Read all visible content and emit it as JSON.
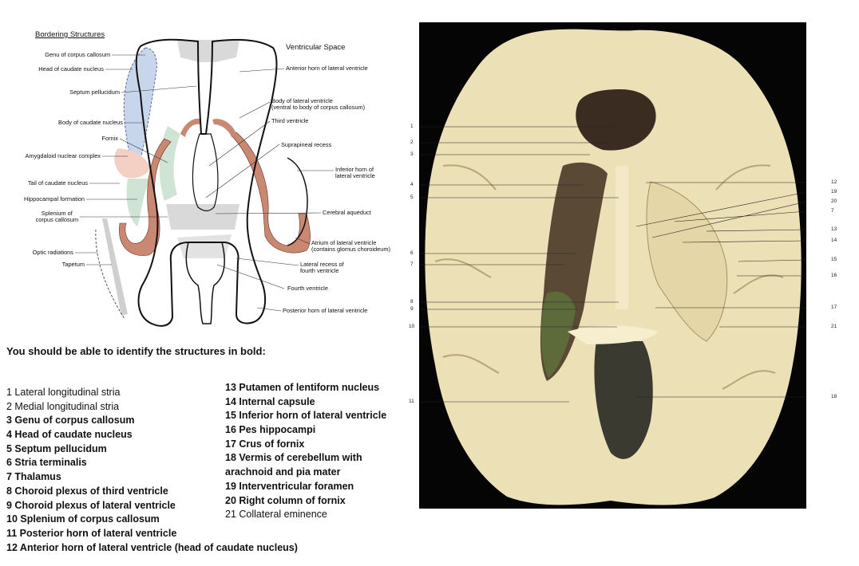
{
  "diagram": {
    "left_heading": "Bordering Structures",
    "right_heading": "Ventricular Space",
    "left_labels": [
      "Genu of corpus callosum",
      "Head of caudate nucleus",
      "Septum pellucidum",
      "Body of caudate nucleus",
      "Fornix",
      "Amygdaloid nuclear complex",
      "Tail of caudate nucleus",
      "Hippocampal formation",
      "Splenium of\ncorpus callosum",
      "Optic radiations",
      "Tapetum"
    ],
    "right_labels": [
      "Anterior horn of lateral ventricle",
      "Body of lateral ventricle\n(ventral to body of corpus callosum)",
      "Third ventricle",
      "Suprapineal recess",
      "Inferior horn of\nlateral ventricle",
      "Cerebral aqueduct",
      "Atrium of lateral ventricle\n(contains glomus choroideum)",
      "Lateral recess of\nfourth ventricle",
      "Fourth ventricle",
      "Posterior horn of lateral ventricle"
    ],
    "colors": {
      "caudate": "#c8d6ec",
      "amygdala": "#f4cfc4",
      "hippocampus": "#cfe4d4",
      "choroid": "#c98872",
      "grey": "#d9d9d9"
    }
  },
  "photo": {
    "left_numbers": [
      "1",
      "2",
      "3",
      "4",
      "5",
      "6",
      "7",
      "8",
      "9",
      "10",
      "11"
    ],
    "right_numbers": [
      "12",
      "19",
      "20",
      "7",
      "13",
      "14",
      "15",
      "16",
      "17",
      "21",
      "18"
    ]
  },
  "instruction": "You should be able to identify the structures in bold:",
  "legend_col1": [
    {
      "text": "1 Lateral longitudinal stria",
      "bold": false
    },
    {
      "text": "2 Medial longitudinal stria",
      "bold": false
    },
    {
      "text": "3 Genu of corpus callosum",
      "bold": true
    },
    {
      "text": "4 Head of caudate nucleus",
      "bold": true
    },
    {
      "text": "5 Septum pellucidum",
      "bold": true
    },
    {
      "text": "6 Stria terminalis",
      "bold": true
    },
    {
      "text": "7 Thalamus",
      "bold": true
    },
    {
      "text": "8 Choroid plexus of third ventricle",
      "bold": true
    },
    {
      "text": "9 Choroid plexus of lateral ventricle",
      "bold": true
    },
    {
      "text": "10 Splenium of corpus callosum",
      "bold": true
    },
    {
      "text": "11 Posterior horn of lateral ventricle",
      "bold": true
    },
    {
      "text": "12 Anterior horn of lateral ventricle (head of caudate nucleus)",
      "bold": true
    }
  ],
  "legend_col2": [
    {
      "text": "13 Putamen of lentiform nucleus",
      "bold": true
    },
    {
      "text": "14 Internal capsule",
      "bold": true
    },
    {
      "text": "15 Inferior horn of lateral ventricle",
      "bold": true
    },
    {
      "text": "16 Pes hippocampi",
      "bold": true
    },
    {
      "text": "17 Crus of fornix",
      "bold": true
    },
    {
      "text": "18 Vermis of cerebellum with",
      "bold": true
    },
    {
      "text": "arachnoid and pia mater",
      "bold": true
    },
    {
      "text": "19 Interventricular foramen",
      "bold": true
    },
    {
      "text": "20 Right column of fornix",
      "bold": true
    },
    {
      "text": "21 Collateral eminence",
      "bold": false
    }
  ]
}
